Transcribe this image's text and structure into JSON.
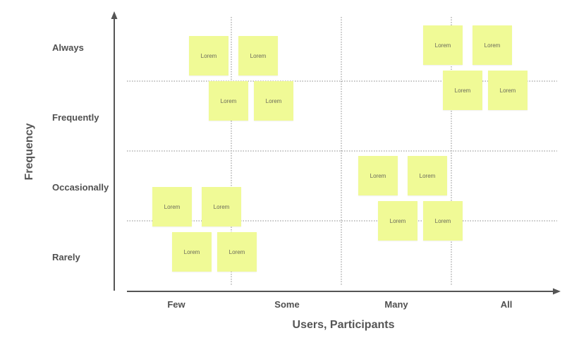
{
  "y_axis": {
    "title": "Frequency",
    "levels": [
      "Always",
      "Frequently",
      "Occasionally",
      "Rarely"
    ]
  },
  "x_axis": {
    "title": "Users, Participants",
    "levels": [
      "Few",
      "Some",
      "Many",
      "All"
    ]
  },
  "colors": {
    "sticky": "#f0fa96",
    "axis": "#555555",
    "grid": "#888888"
  },
  "notes": [
    {
      "text": "Lorem"
    },
    {
      "text": "Lorem"
    },
    {
      "text": "Lorem"
    },
    {
      "text": "Lorem"
    },
    {
      "text": "Lorem"
    },
    {
      "text": "Lorem"
    },
    {
      "text": "Lorem"
    },
    {
      "text": "Lorem"
    },
    {
      "text": "Lorem"
    },
    {
      "text": "Lorem"
    },
    {
      "text": "Lorem"
    },
    {
      "text": "Lorem"
    },
    {
      "text": "Lorem"
    },
    {
      "text": "Lorem"
    },
    {
      "text": "Lorem"
    },
    {
      "text": "Lorem"
    }
  ]
}
